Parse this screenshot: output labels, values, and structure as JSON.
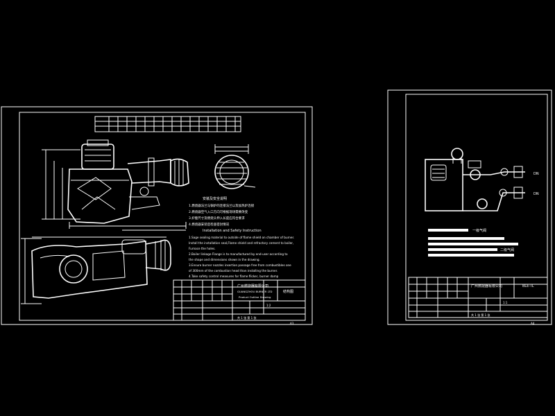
{
  "colors": {
    "background": "#000000",
    "ink": "#ffffff"
  },
  "left_sheet": {
    "notes": {
      "heading_cn": "安装及安全说明",
      "lines_cn": [
        "1.燃烧器法兰与锅炉的连接法兰以及加热炉连接",
        "2.燃烧器空气入口方向可根据现场需要改变",
        "3.炉膛尺寸及燃烧头伸入长度应符合要求",
        "4.燃烧器安装后检查密封情况"
      ],
      "heading_en": "Installation and Safety Instruction",
      "lines_en": [
        "1.Sage sealing material to outside of flame shield on chamber of burner.",
        "Install the installation seal,Flame shield and refractory cement to boiler,",
        "Furnace the holes.",
        "2.Boiler linkage Flange is to manufactured by end-user according to",
        "the shape and dimensions shown in the drawing.",
        "3.Ensure burner nozzles insertion passage free from combustibles one",
        "of 300mm of the combustion head than installing the burner.",
        "4.Take safety control measures for flame flicker, burner damp"
      ]
    },
    "title_block": {
      "company_cn": "广州燃烧器有限公司",
      "company_en": "GUANGZHOU BURNER LTD",
      "subtitle": "Product Outline Drawing",
      "drawing_no": "结构图",
      "scale": "1:2",
      "sheet": "共 1 张 第 1 张"
    },
    "footer_tag": "A3"
  },
  "right_sheet": {
    "labels": [
      "一级气阀",
      "二级气阀"
    ],
    "valve_tags": [
      "DN",
      "DN"
    ],
    "title_block": {
      "company_cn": "广州燃烧器有限公司",
      "drawing_no": "BLE-TL",
      "scale": "1:1",
      "sheet": "共 1 张 第 1 张"
    },
    "footer_tag": "A4"
  }
}
